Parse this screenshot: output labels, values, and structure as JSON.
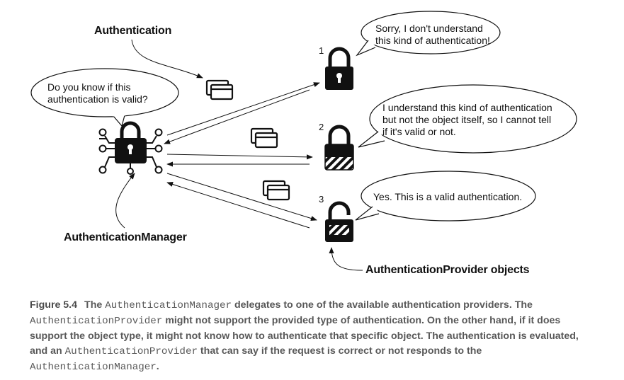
{
  "labels": {
    "authentication": "Authentication",
    "manager": "AuthenticationManager",
    "providers": "AuthenticationProvider objects"
  },
  "bubbles": {
    "manager_question": [
      "Do you know if this",
      "authentication is valid?"
    ],
    "provider1": [
      "Sorry, I don't understand",
      "this kind of authentication!"
    ],
    "provider2": [
      "I understand this kind of authentication",
      "but not the object itself, so I cannot tell",
      "if it's valid or not."
    ],
    "provider3": [
      "Yes. This is a valid authentication."
    ]
  },
  "numbers": [
    "1",
    "2",
    "3"
  ],
  "caption": {
    "figure": "Figure 5.4",
    "parts": [
      {
        "t": "The ",
        "code": false
      },
      {
        "t": "AuthenticationManager",
        "code": true
      },
      {
        "t": " delegates to one of the available authentication providers. The ",
        "code": false
      },
      {
        "t": "AuthenticationProvider",
        "code": true
      },
      {
        "t": " might not support the provided type of authentication. On the other hand, if it does support the object type, it might not know how to authenticate that specific object. The authentication is evaluated, and an ",
        "code": false
      },
      {
        "t": "AuthenticationProvider",
        "code": true
      },
      {
        "t": " that can say if the request is correct or not responds to the ",
        "code": false
      },
      {
        "t": "AuthenticationManager",
        "code": true
      },
      {
        "t": ".",
        "code": false
      }
    ]
  },
  "colors": {
    "ink": "#111111",
    "caption": "#585858"
  }
}
